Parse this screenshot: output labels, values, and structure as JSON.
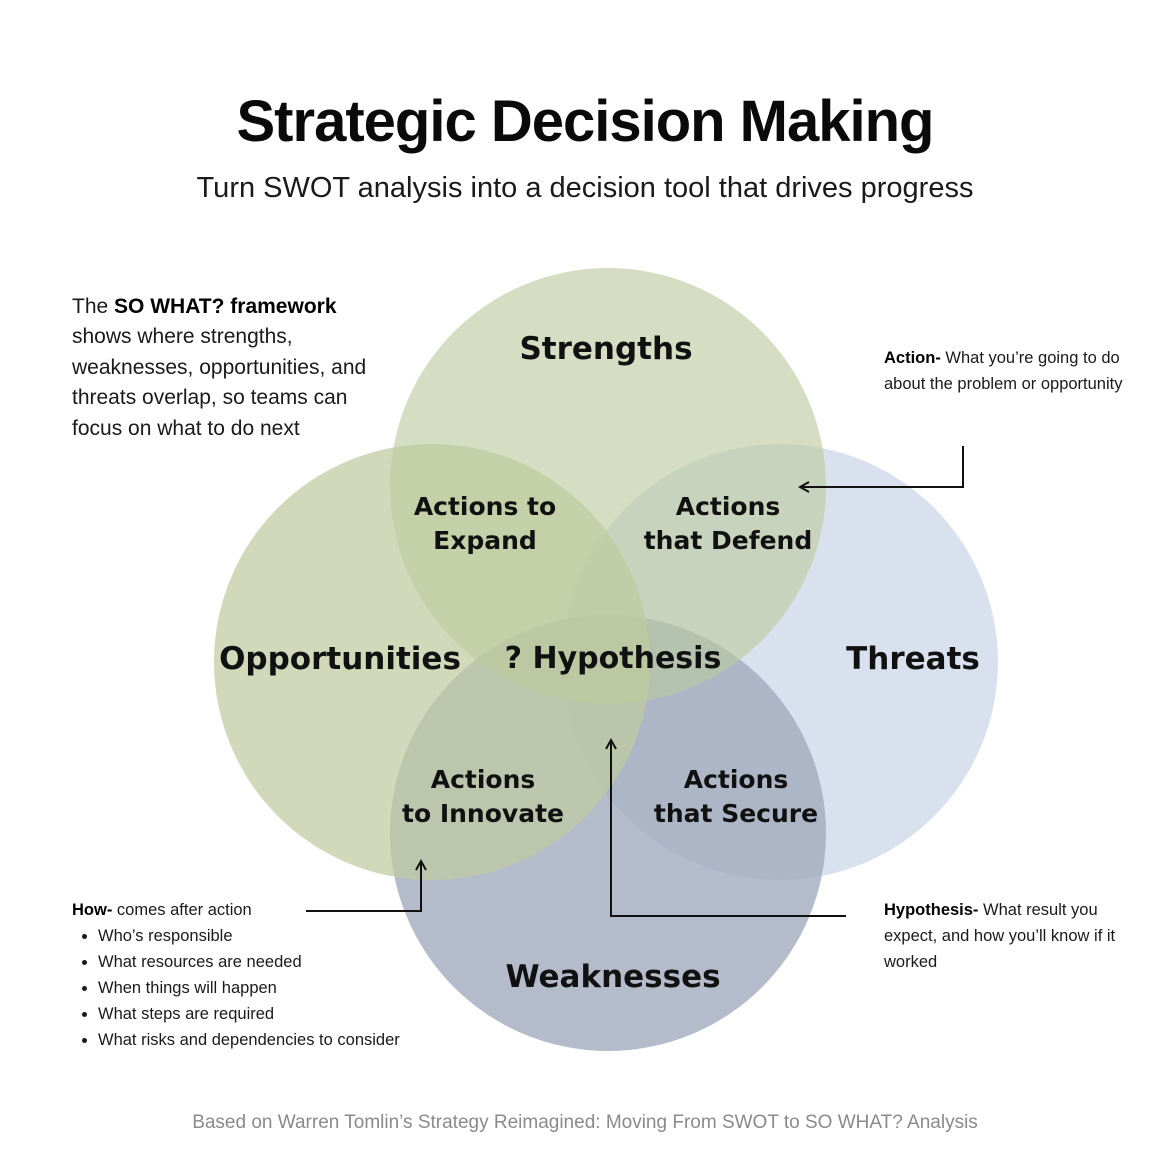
{
  "title": "Strategic Decision Making",
  "subtitle": "Turn SWOT analysis into a decision tool that drives progress",
  "intro": {
    "prefix": "The ",
    "bold": "SO WHAT? framework",
    "text": "shows where strengths, weaknesses, opportunities, and threats overlap, so teams can focus on what to do next"
  },
  "circles": {
    "strengths": "Strengths",
    "opportunities": "Opportunities",
    "threats": "Threats",
    "weaknesses": "Weaknesses"
  },
  "overlaps": {
    "expand": [
      "Actions to",
      "Expand"
    ],
    "defend": [
      "Actions",
      "that Defend"
    ],
    "innovate": [
      "Actions",
      "to Innovate"
    ],
    "secure": [
      "Actions",
      "that Secure"
    ],
    "center": "? Hypothesis"
  },
  "notes": {
    "action": {
      "label": "Action-",
      "text": " What you’re going to do about the problem or opportunity"
    },
    "hypothesis": {
      "label": "Hypothesis-",
      "text": " What result you expect, and how you’ll know if it worked"
    },
    "how": {
      "label": "How-",
      "text": " comes after action",
      "items": [
        "Who’s responsible",
        "What resources are needed",
        "When things will happen",
        "What steps are required",
        "What risks and dependencies to consider"
      ]
    }
  },
  "colors": {
    "strengths": "#c9d4b0",
    "opportunities": "#c9d4b0",
    "threats": "#d6deec",
    "weaknesses": "#9fa9bd"
  },
  "footer": "Based on Warren Tomlin’s Strategy Reimagined: Moving From SWOT to SO WHAT? Analysis"
}
